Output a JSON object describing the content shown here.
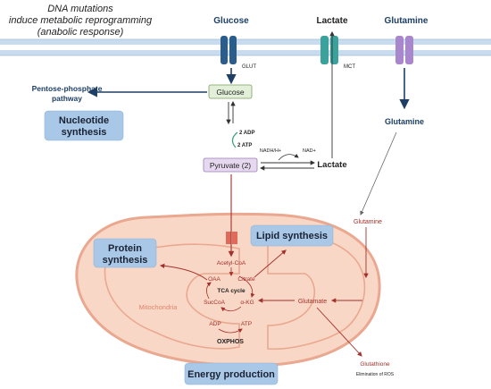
{
  "title": {
    "line1": "DNA mutations",
    "line2": "induce metabolic reprogramming",
    "line3": "(anabolic response)"
  },
  "membrane": {
    "glucose": "Glucose",
    "lactate": "Lactate",
    "glutamine": "Glutamine",
    "glut": "GLUT",
    "mct": "MCT"
  },
  "cytoplasm": {
    "glucose_box": "Glucose",
    "pentose_line1": "Pentose-phosphate",
    "pentose_line2": "pathway",
    "nucleotide_line1": "Nucleotide",
    "nucleotide_line2": "synthesis",
    "adp": "2 ADP",
    "atp": "2 ATP",
    "pyruvate_box": "Pyruvate (2)",
    "nadh": "NADH/H+",
    "nad": "NAD+",
    "lactate": "Lactate",
    "glutamine": "Glutamine"
  },
  "mitochondria": {
    "glutamine": "Glutamine",
    "lipid": "Lipid synthesis",
    "protein_line1": "Protein",
    "protein_line2": "synthesis",
    "acetyl_coa": "Acetyl-CoA",
    "oaa": "OAA",
    "citrate": "Citrate",
    "tca": "TCA cycle",
    "succoa": "SucCoA",
    "akg": "α-KG",
    "glutamate": "Glutamate",
    "label": "Mitochondria",
    "adp": "ADP",
    "atp": "ATP",
    "oxphos": "OXPHOS",
    "glutathione": "Glutathione",
    "ros": "Elimination of ROS"
  },
  "energy": "Energy production",
  "colors": {
    "navy": "#1d3f66",
    "maroon": "#a3302b",
    "box_blue": "#a9c8e8",
    "glut": "#2a5d8c",
    "mct": "#3aa29a",
    "glutamine_transporter": "#a887cc",
    "mito_fill": "#f9d7c6",
    "mito_stroke": "#e9a88f",
    "membrane": "#c9dcef"
  },
  "icons": [
    "glut-transporter-icon",
    "mct-transporter-icon",
    "glutamine-transporter-icon",
    "mitochondrial-channel-icon"
  ]
}
